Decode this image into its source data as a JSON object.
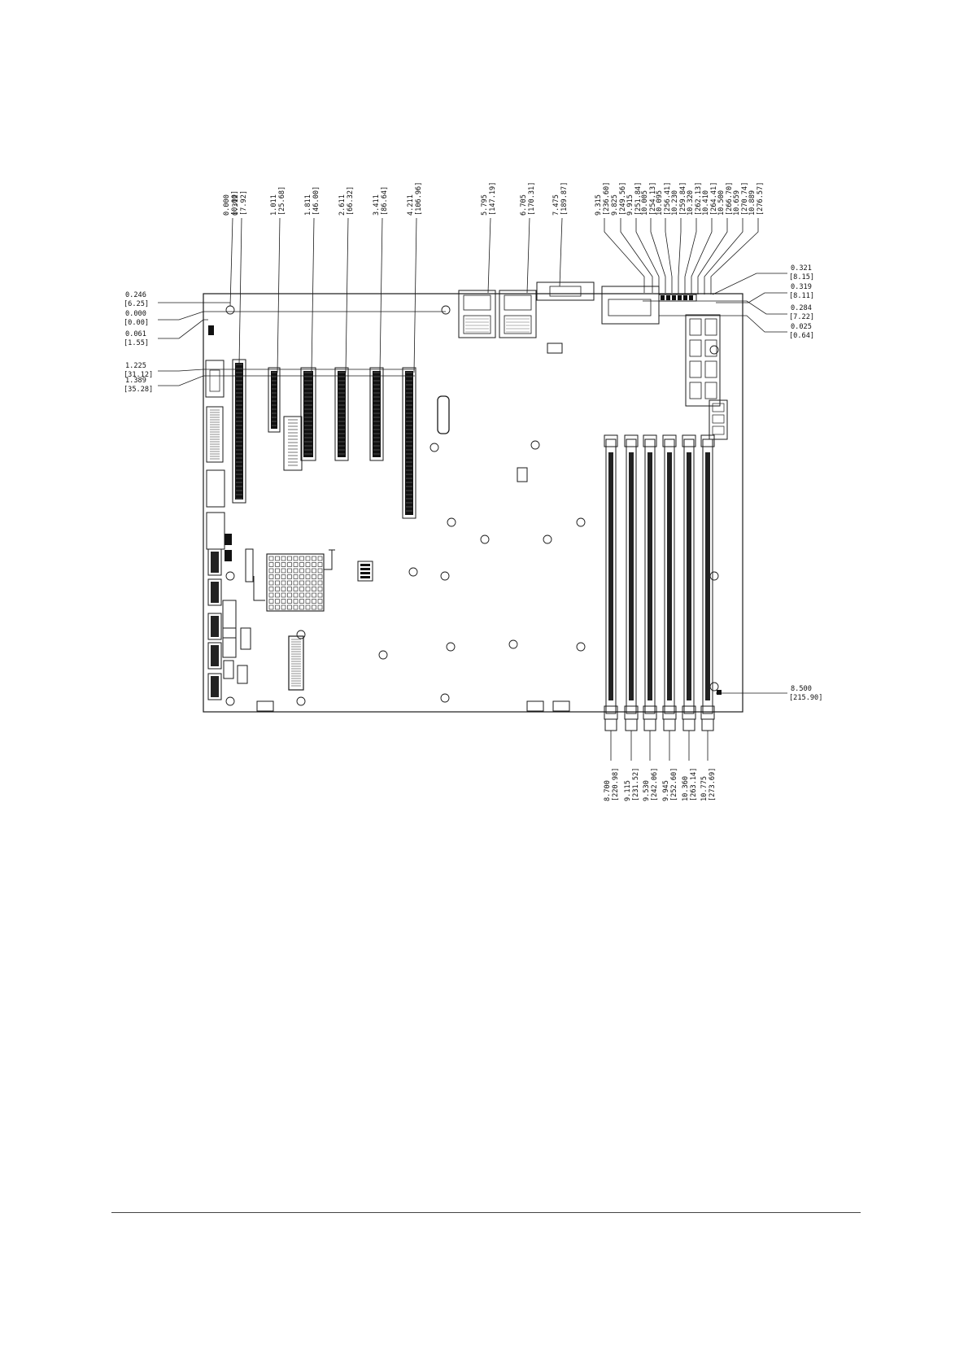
{
  "drawing": {
    "top_dims": [
      [
        "0.000",
        "[0.00]"
      ],
      [
        "0.312",
        "[7.92]"
      ],
      [
        "1.011",
        "[25.68]"
      ],
      [
        "1.811",
        "[46.00]"
      ],
      [
        "2.611",
        "[66.32]"
      ],
      [
        "3.411",
        "[86.64]"
      ],
      [
        "4.211",
        "[106.96]"
      ],
      [
        "5.795",
        "[147.19]"
      ],
      [
        "6.705",
        "[170.31]"
      ],
      [
        "7.475",
        "[189.87]"
      ],
      [
        "9.315",
        "[236.60]"
      ],
      [
        "9.825",
        "[249.56]"
      ],
      [
        "9.915",
        "[251.84]"
      ],
      [
        "10.005",
        "[254.13]"
      ],
      [
        "10.095",
        "[256.41]"
      ],
      [
        "10.230",
        "[259.84]"
      ],
      [
        "10.320",
        "[262.13]"
      ],
      [
        "10.410",
        "[264.41]"
      ],
      [
        "10.500",
        "[266.70]"
      ],
      [
        "10.659",
        "[270.74]"
      ],
      [
        "10.889",
        "[276.57]"
      ]
    ],
    "left_dims": [
      [
        "0.246",
        "[6.25]"
      ],
      [
        "0.000",
        "[0.00]"
      ],
      [
        "0.061",
        "[1.55]"
      ],
      [
        "1.225",
        "[31.12]"
      ],
      [
        "1.389",
        "[35.28]"
      ]
    ],
    "right_dims": [
      [
        "0.321",
        "[8.15]"
      ],
      [
        "0.319",
        "[8.11]"
      ],
      [
        "0.284",
        "[7.22]"
      ],
      [
        "0.025",
        "[0.64]"
      ],
      [
        "8.500",
        "[215.90]"
      ]
    ],
    "bottom_dims": [
      [
        "8.700",
        "[220.98]"
      ],
      [
        "9.115",
        "[231.52]"
      ],
      [
        "9.530",
        "[242.06]"
      ],
      [
        "9.945",
        "[252.60]"
      ],
      [
        "10.360",
        "[263.14]"
      ],
      [
        "10.775",
        "[273.69]"
      ]
    ]
  }
}
